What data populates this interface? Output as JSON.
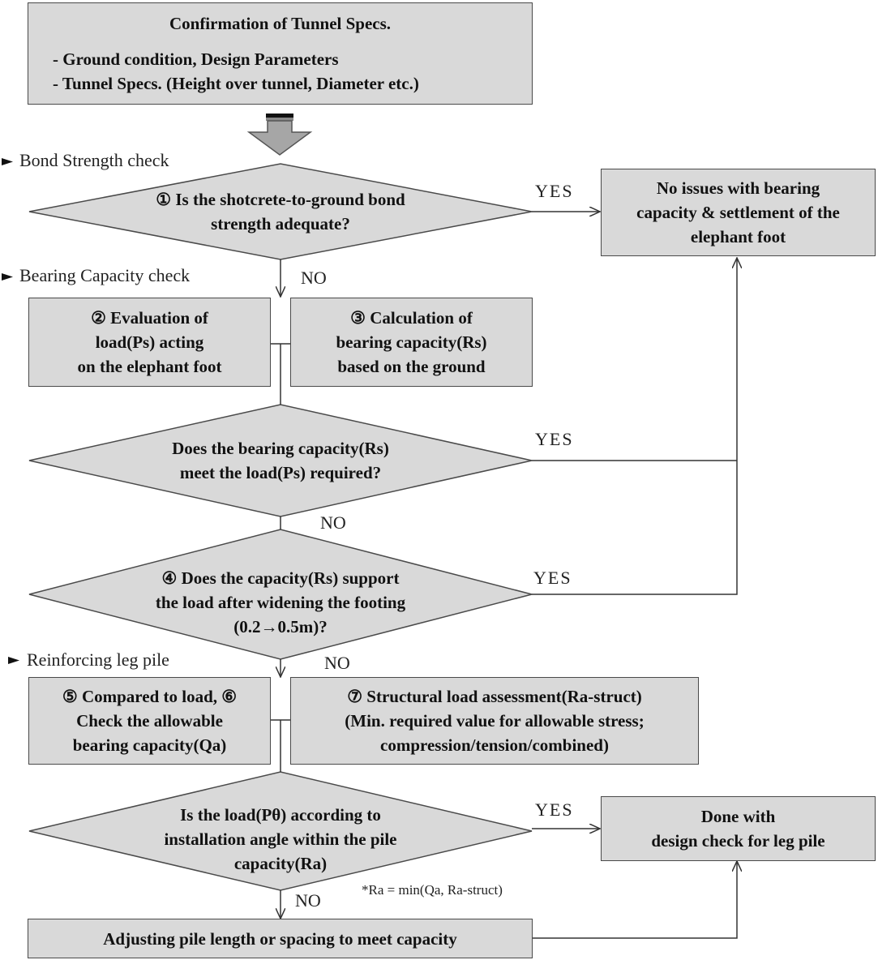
{
  "sections": {
    "bond": "Bond Strength check",
    "bearing": "Bearing Capacity check",
    "pile": "Reinforcing leg pile"
  },
  "boxes": {
    "specs": {
      "title": "Confirmation of Tunnel Specs.",
      "item1": "- Ground condition, Design Parameters",
      "item2": "- Tunnel Specs. (Height over tunnel, Diameter etc.)"
    },
    "no_issues": [
      "No issues with bearing",
      "capacity & settlement of the",
      "elephant foot"
    ],
    "eval_load": [
      "② Evaluation of",
      "load(Ps) acting",
      "on the elephant foot"
    ],
    "calc_bearing": [
      "③ Calculation of",
      "bearing capacity(Rs)",
      "based on the ground"
    ],
    "compare": [
      "⑤ Compared to load, ⑥",
      "Check the allowable",
      "bearing capacity(Qa)"
    ],
    "structural": [
      "⑦ Structural load assessment(Ra-struct)",
      "(Min. required value for allowable stress;",
      "compression/tension/combined)"
    ],
    "done": [
      "Done with",
      "design check for leg pile"
    ],
    "adjust": "Adjusting pile length or spacing to meet capacity"
  },
  "decisions": {
    "d1": [
      "① Is the shotcrete-to-ground bond",
      "strength adequate?"
    ],
    "d2": [
      "Does the bearing capacity(Rs)",
      "meet the load(Ps) required?"
    ],
    "d3": [
      "④ Does the capacity(Rs) support",
      "the load after widening the footing",
      "(0.2→0.5m)?"
    ],
    "d4": [
      "Is the load(Pθ) according to",
      "installation angle within the pile",
      "capacity(Ra)"
    ]
  },
  "labels": {
    "yes": "YES",
    "no": "NO"
  },
  "note": "*Ra = min(Qa, Ra-struct)"
}
